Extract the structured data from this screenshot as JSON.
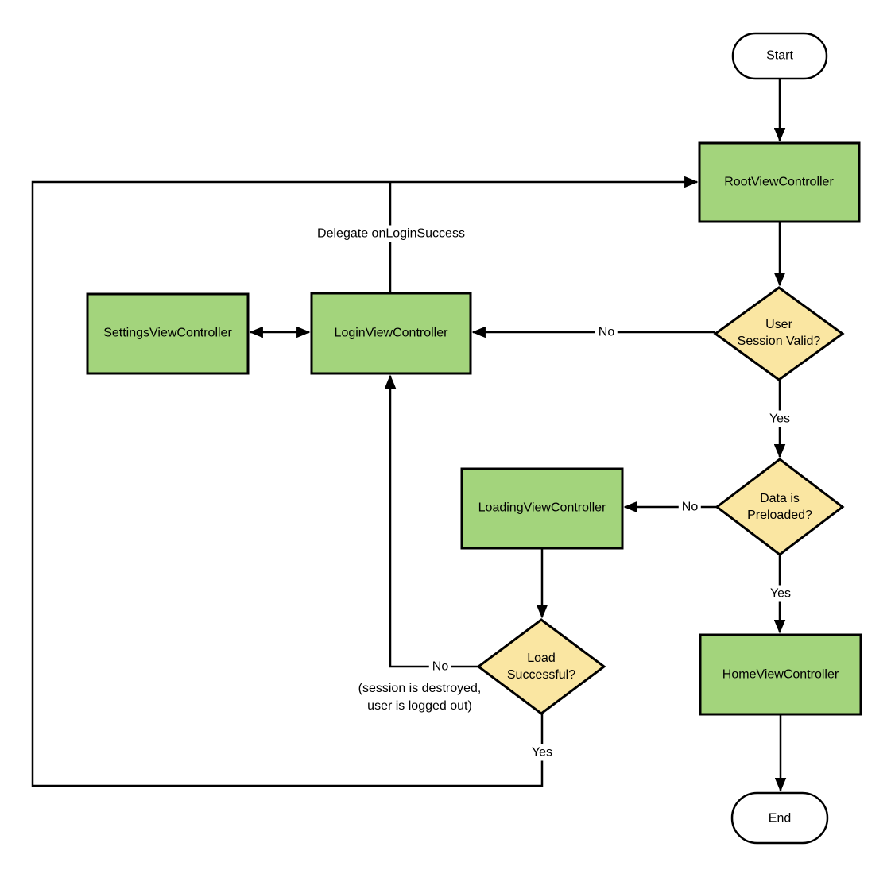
{
  "diagram": {
    "type": "flowchart",
    "colors": {
      "process_fill": "#A3D47C",
      "decision_fill": "#FAE6A2",
      "terminator_fill": "#FFFFFF",
      "stroke": "#000000",
      "background": "#FFFFFF"
    },
    "nodes": {
      "start": {
        "type": "terminator",
        "label": "Start"
      },
      "root": {
        "type": "process",
        "label": "RootViewController"
      },
      "session_valid": {
        "type": "decision",
        "line1": "User",
        "line2": "Session Valid?"
      },
      "settings": {
        "type": "process",
        "label": "SettingsViewController"
      },
      "login": {
        "type": "process",
        "label": "LoginViewController"
      },
      "preloaded": {
        "type": "decision",
        "line1": "Data is",
        "line2": "Preloaded?"
      },
      "loading": {
        "type": "process",
        "label": "LoadingViewController"
      },
      "load_successful": {
        "type": "decision",
        "line1": "Load",
        "line2": "Successful?"
      },
      "home": {
        "type": "process",
        "label": "HomeViewController"
      },
      "end": {
        "type": "terminator",
        "label": "End"
      }
    },
    "edge_labels": {
      "delegate": "Delegate onLoginSuccess",
      "session_no": "No",
      "session_yes": "Yes",
      "preloaded_no": "No",
      "preloaded_yes": "Yes",
      "load_no": "No",
      "load_yes": "Yes",
      "note_line1": "(session is destroyed,",
      "note_line2": "user is logged out)"
    }
  }
}
